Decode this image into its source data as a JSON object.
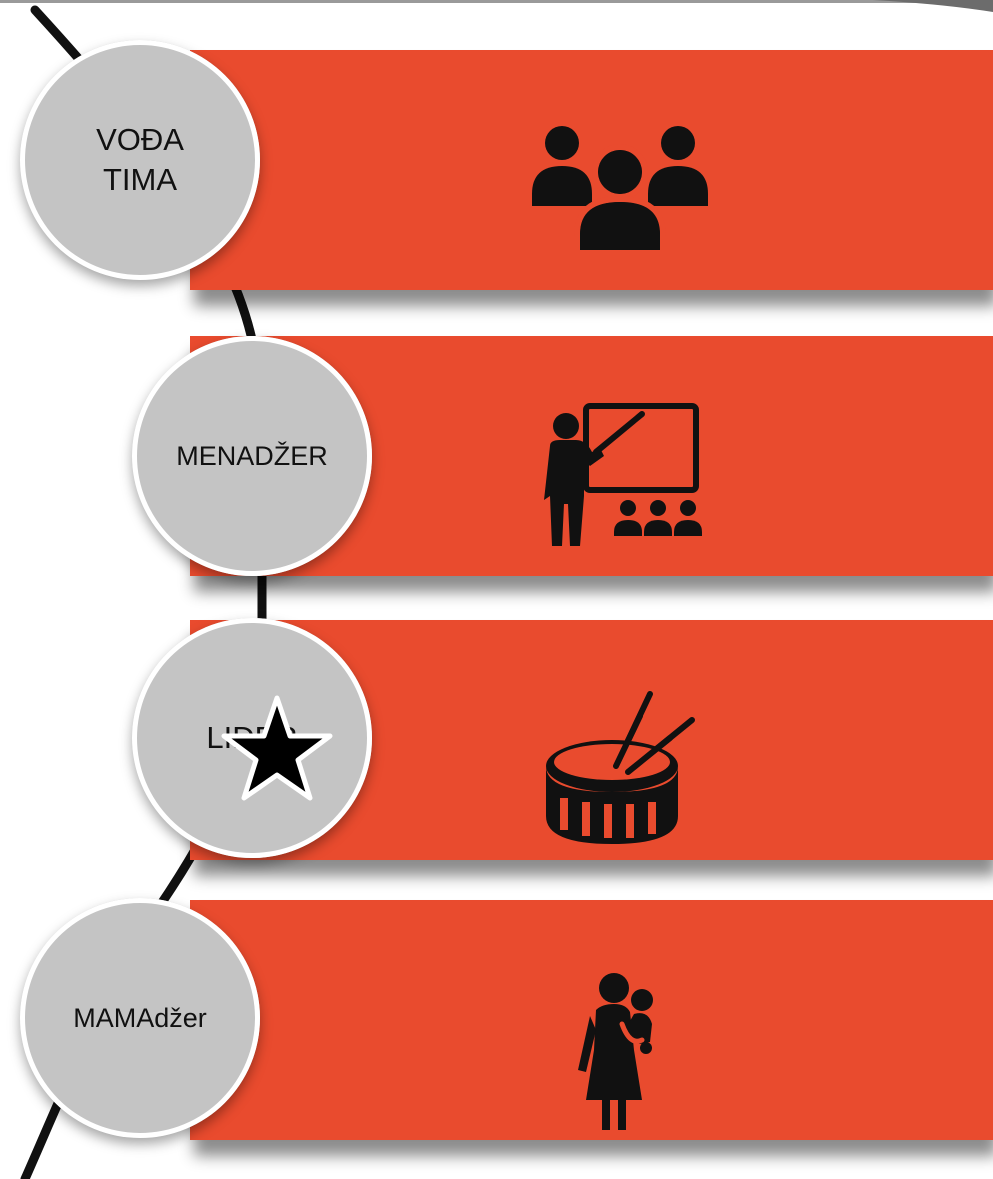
{
  "colors": {
    "band": "#e94b2e",
    "node": "#c4c4c4",
    "curve": "#111111",
    "icon": "#111111"
  },
  "steps": [
    {
      "label": "VOĐA\nTIMA",
      "icon": "team-group-icon"
    },
    {
      "label": "MENADŽER",
      "icon": "presenter-at-board-icon"
    },
    {
      "label": "LIDER",
      "icon": "drum-with-sticks-icon"
    },
    {
      "label": "MAMAdžer",
      "icon": "mother-carrying-child-icon",
      "marker": "star-icon"
    }
  ]
}
